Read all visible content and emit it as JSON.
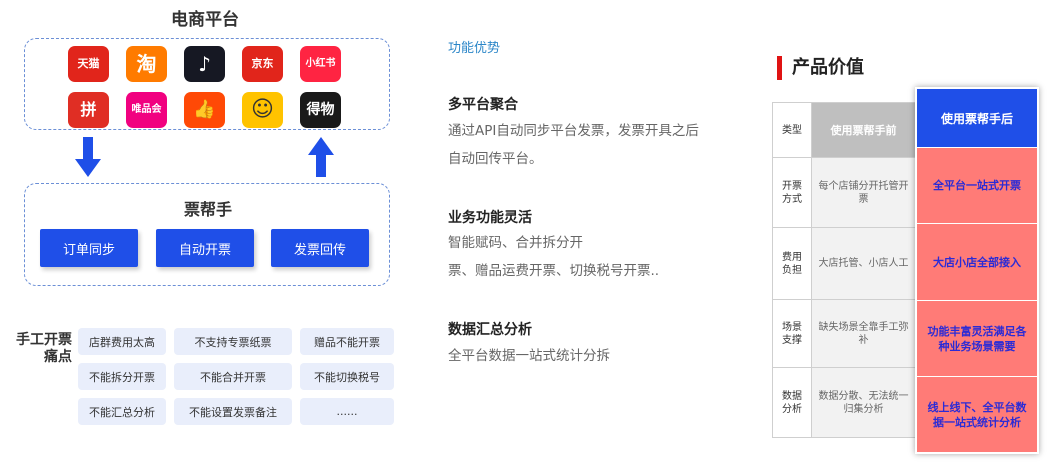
{
  "left": {
    "platform_title": "电商平台",
    "apps": [
      {
        "name": "天猫",
        "color": "#e1251b",
        "text": "天猫"
      },
      {
        "name": "淘宝",
        "color": "#ff7b00",
        "text": "淘"
      },
      {
        "name": "抖音",
        "color": "#161823",
        "text": "♪"
      },
      {
        "name": "京东",
        "color": "#e1251b",
        "text": "京东"
      },
      {
        "name": "小红书",
        "color": "#ff2442",
        "text": "小红书"
      },
      {
        "name": "拼多多",
        "color": "#e02e24",
        "text": "拼"
      },
      {
        "name": "唯品会",
        "color": "#f10180",
        "text": "唯品会"
      },
      {
        "name": "快手",
        "color": "#ff4906",
        "text": "👍"
      },
      {
        "name": "美团",
        "color": "#ffc300",
        "text": "☺"
      },
      {
        "name": "得物",
        "color": "#1a1a1a",
        "text": "得物"
      }
    ],
    "helper_title": "票帮手",
    "buttons": [
      "订单同步",
      "自动开票",
      "发票回传"
    ],
    "pain_title_line1": "手工开票",
    "pain_title_line2": "痛点",
    "pain_points": [
      "店群费用太高",
      "不支持专票纸票",
      "赠品不能开票",
      "不能拆分开票",
      "不能合并开票",
      "不能切换税号",
      "不能汇总分析",
      "不能设置发票备注",
      "......"
    ],
    "accent_color": "#1f4fe8"
  },
  "middle": {
    "advantage_title": "功能优势",
    "features": [
      {
        "title": "多平台聚合",
        "lines": [
          "通过API自动同步平台发票，发票开具之后",
          "自动回传平台。"
        ]
      },
      {
        "title": "业务功能灵活",
        "lines": [
          "智能赋码、合并拆分开",
          "票、赠品运费开票、切换税号开票.."
        ]
      },
      {
        "title": "数据汇总分析",
        "lines": [
          "全平台数据一站式统计分拆"
        ]
      }
    ]
  },
  "right": {
    "value_title": "产品价值",
    "header_type": "类型",
    "header_before": "使用票帮手前",
    "header_after": "使用票帮手后",
    "rows": [
      {
        "type": "开票方式",
        "before": "每个店铺分开托管开票",
        "after": "全平台一站式开票"
      },
      {
        "type": "费用负担",
        "before": "大店托管、小店人工",
        "after": "大店小店全部接入"
      },
      {
        "type": "场景支撑",
        "before": "缺失场景全靠手工弥补",
        "after": "功能丰富灵活满足各种业务场景需要"
      },
      {
        "type": "数据分析",
        "before": "数据分散、无法统一归集分析",
        "after": "线上线下、全平台数据一站式统计分析"
      }
    ],
    "highlight_color": "#ff7b77"
  }
}
